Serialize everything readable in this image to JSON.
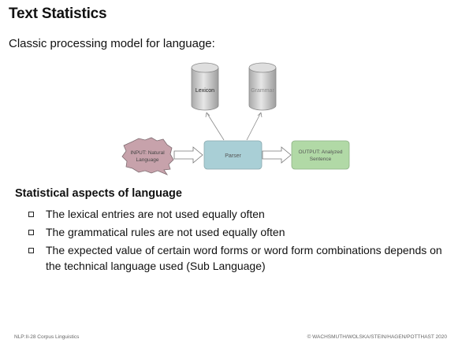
{
  "slide": {
    "title": "Text Statistics",
    "subtitle": "Classic processing model for language:"
  },
  "diagram": {
    "lexicon_label": "Lexicon",
    "grammar_label": "Grammar",
    "input_label_line1": "INPUT: Natural",
    "input_label_line2": "Language",
    "parser_label": "Parser",
    "output_label_line1": "OUTPUT: Analyzed",
    "output_label_line2": "Sentence",
    "colors": {
      "cylinder": "#cfcfcf",
      "input_blob": "#c9a3ad",
      "parser": "#a9cfd6",
      "output": "#b1d9a6"
    }
  },
  "section": {
    "heading": "Statistical aspects of language",
    "bullets": [
      "The lexical entries are not used equally often",
      "The grammatical rules are not used equally often",
      "The expected value of certain word forms or word form combinations depends on the technical language used (Sub Language)"
    ]
  },
  "footer": {
    "left": "NLP:II-28   Corpus Linguistics",
    "right": "© WACHSMUTH/WOLSKA/STEIN/HAGEN/POTTHAST 2020"
  }
}
